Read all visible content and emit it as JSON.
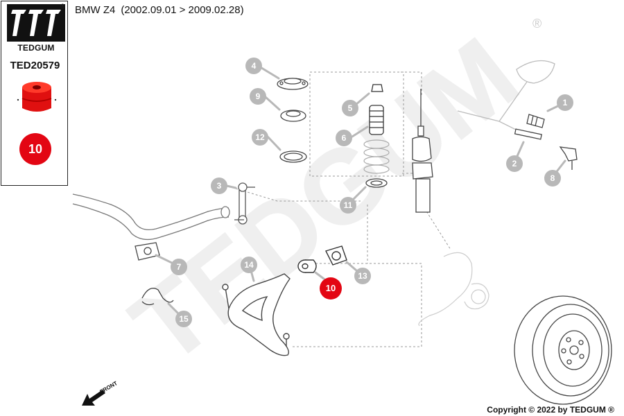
{
  "brand": {
    "name": "TEDGUM",
    "reg_mark": "®",
    "accent_color": "#e30613",
    "callout_color": "#b8b8b8"
  },
  "sidebar": {
    "part_number": "TED20579",
    "badge_number": "10"
  },
  "header": {
    "model": "BMW Z4",
    "period": "(2002.09.01 > 2009.02.28)"
  },
  "watermark": {
    "text": "TEDGUM",
    "reg_mark": "®"
  },
  "front_label": "FRONT",
  "callouts": [
    {
      "label": "1"
    },
    {
      "label": "2"
    },
    {
      "label": "3"
    },
    {
      "label": "4"
    },
    {
      "label": "5"
    },
    {
      "label": "6"
    },
    {
      "label": "7"
    },
    {
      "label": "8"
    },
    {
      "label": "9"
    },
    {
      "label": "10"
    },
    {
      "label": "11"
    },
    {
      "label": "12"
    },
    {
      "label": "13"
    },
    {
      "label": "14"
    },
    {
      "label": "15"
    }
  ],
  "highlighted_callout": "10",
  "footer": {
    "copyright": "Copyright © 2022 by TEDGUM ®"
  }
}
